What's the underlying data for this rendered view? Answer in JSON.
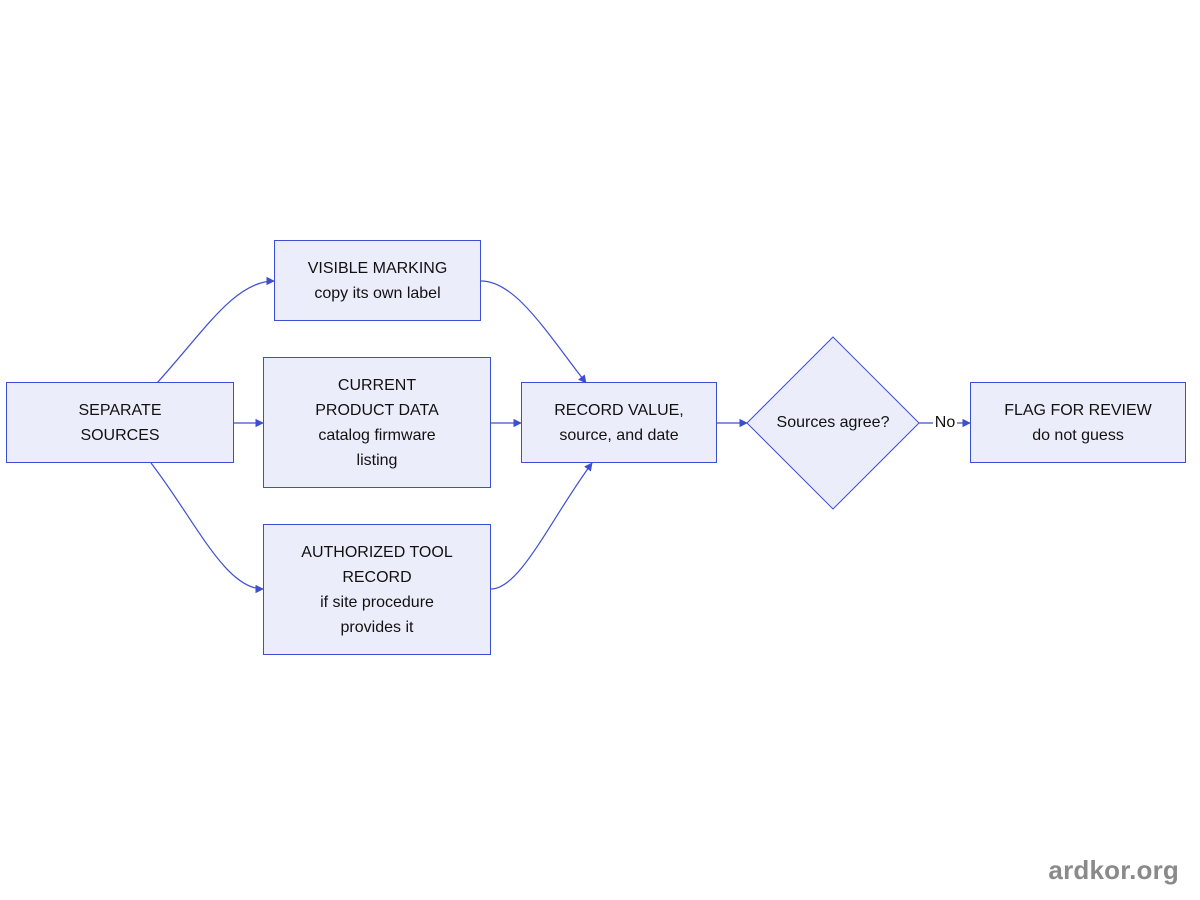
{
  "diagram": {
    "nodes": {
      "separate_sources": {
        "lines": [
          "SEPARATE",
          "SOURCES"
        ]
      },
      "visible_marking": {
        "lines": [
          "VISIBLE MARKING",
          "copy its own label"
        ]
      },
      "current_product_data": {
        "lines": [
          "CURRENT",
          "PRODUCT DATA",
          "catalog firmware",
          "listing"
        ]
      },
      "authorized_tool_record": {
        "lines": [
          "AUTHORIZED TOOL",
          "RECORD",
          "if site procedure",
          "provides it"
        ]
      },
      "record_value": {
        "lines": [
          "RECORD VALUE,",
          "source, and date"
        ]
      },
      "sources_agree": {
        "label": "Sources agree?"
      },
      "flag_for_review": {
        "lines": [
          "FLAG FOR REVIEW",
          "do not guess"
        ]
      }
    },
    "edges": {
      "agree_to_flag_label": "No"
    },
    "colors": {
      "node_fill": "#ecedfb",
      "node_stroke": "#3d4fd1",
      "edge_stroke": "#3d4fd1"
    }
  },
  "watermark": "ardkor.org"
}
